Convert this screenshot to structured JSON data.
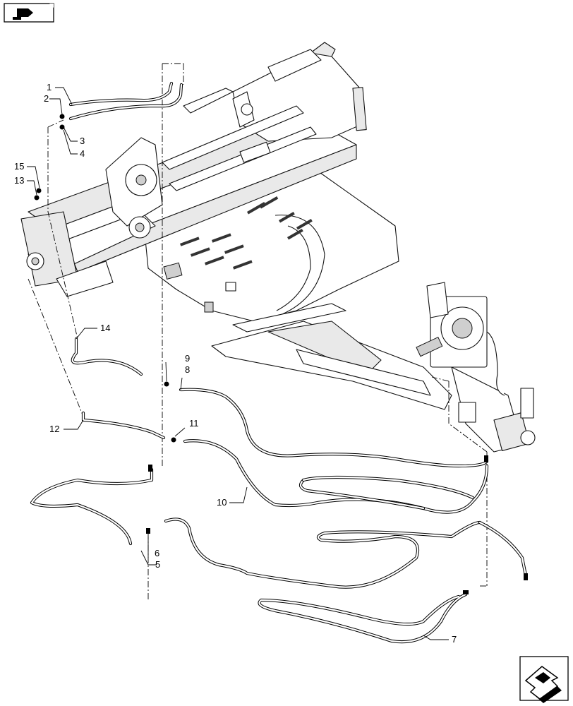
{
  "callouts": {
    "c1": "1",
    "c2": "2",
    "c3": "3",
    "c4": "4",
    "c5": "5",
    "c6": "6",
    "c7": "7",
    "c8": "8",
    "c9": "9",
    "c10": "10",
    "c11": "11",
    "c12": "12",
    "c13": "13",
    "c14": "14",
    "c15": "15"
  },
  "icons": {
    "top_left": "view-orientation-icon",
    "bottom_right": "page-navigation-arrow-icon"
  }
}
